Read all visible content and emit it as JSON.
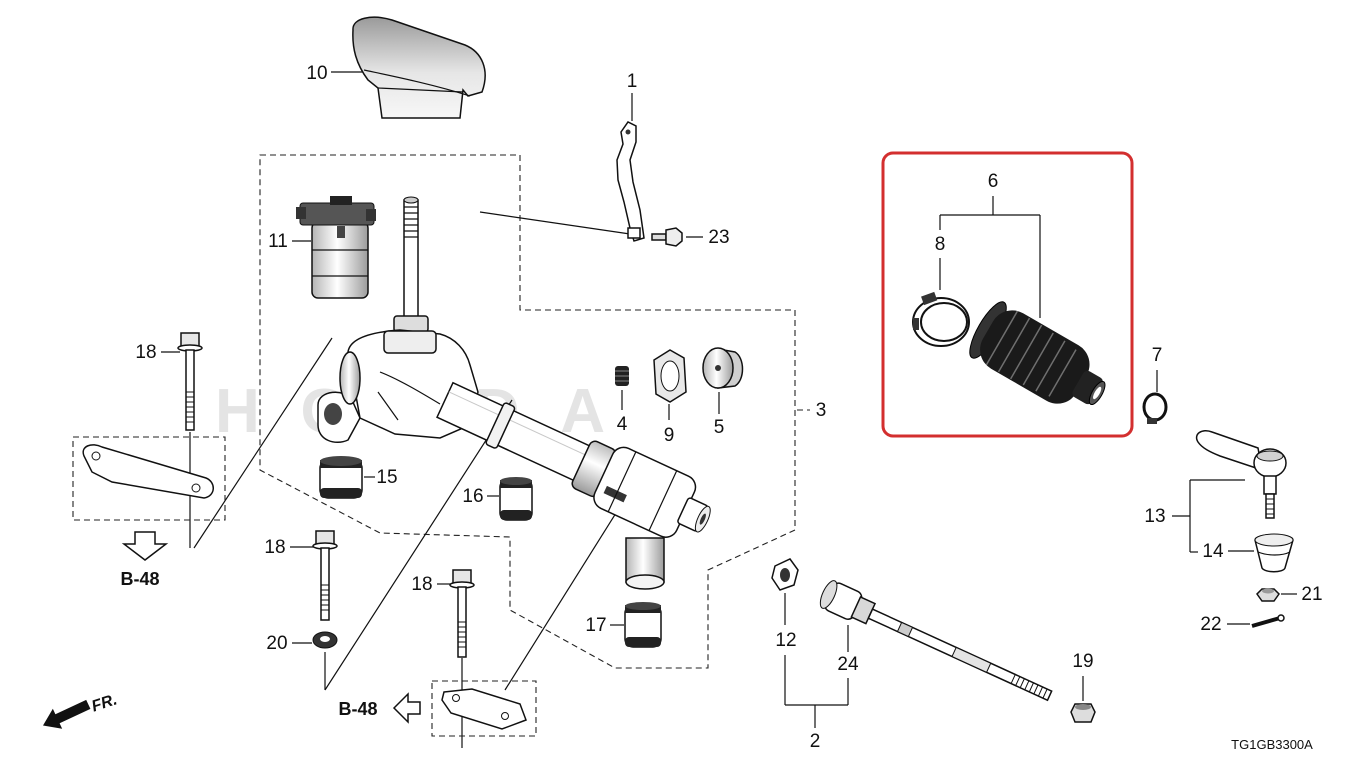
{
  "callouts": {
    "1": "1",
    "2": "2",
    "3": "3",
    "4": "4",
    "5": "5",
    "6": "6",
    "7": "7",
    "8": "8",
    "9": "9",
    "10": "10",
    "11": "11",
    "12": "12",
    "13": "13",
    "14": "14",
    "15": "15",
    "16": "16",
    "17": "17",
    "18_a": "18",
    "18_b": "18",
    "18_c": "18",
    "19": "19",
    "20": "20",
    "21": "21",
    "22": "22",
    "23": "23",
    "24": "24"
  },
  "references": {
    "left": "B-48",
    "bottom": "B-48"
  },
  "direction_label": "FR.",
  "drawing_code": "TG1GB3300A",
  "watermark": "HONDA",
  "colors": {
    "highlight": "#d32f2f",
    "line": "#111111"
  }
}
